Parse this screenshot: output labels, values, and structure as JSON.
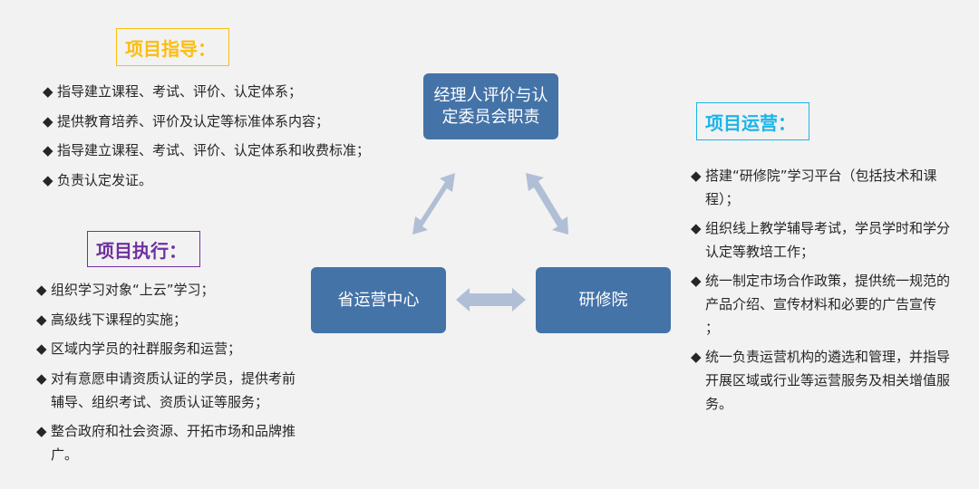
{
  "colors": {
    "guidance_accent": "#fbbd11",
    "execution_accent": "#7030a0",
    "operation_accent": "#1cb4e9",
    "node_fill": "#4473a8",
    "arrow_fill": "#b0bfd6"
  },
  "bullet_glyph": "◆",
  "guidance": {
    "title": "项目指导：",
    "items": [
      "指导建立课程、考试、评价、认定体系；",
      "提供教育培养、评价及认定等标准体系内容；",
      "指导建立课程、考试、评价、认定体系和收费标准；",
      "负责认定发证。"
    ]
  },
  "execution": {
    "title": "项目执行：",
    "items": [
      "组织学习对象“上云”学习；",
      "高级线下课程的实施；",
      "区域内学员的社群服务和运营；",
      "对有意愿申请资质认证的学员，提供考前辅导、组织考试、资质认证等服务；",
      "整合政府和社会资源、开拓市场和品牌推广。"
    ]
  },
  "operation": {
    "title": "项目运营：",
    "items": [
      "搭建“研修院”学习平台（包括技术和课程）；",
      "组织线上教学辅导考试，学员学时和学分认定等教培工作；",
      "统一制定市场合作政策，提供统一规范的产品介绍、宣传材料和必要的广告宣传 ；",
      "统一负责运营机构的遴选和管理，并指导开展区域或行业等运营服务及相关增值服务。"
    ]
  },
  "nodes": {
    "top": "经理人评价与认定委员会职责",
    "left": "省运营中心",
    "right": "研修院"
  }
}
